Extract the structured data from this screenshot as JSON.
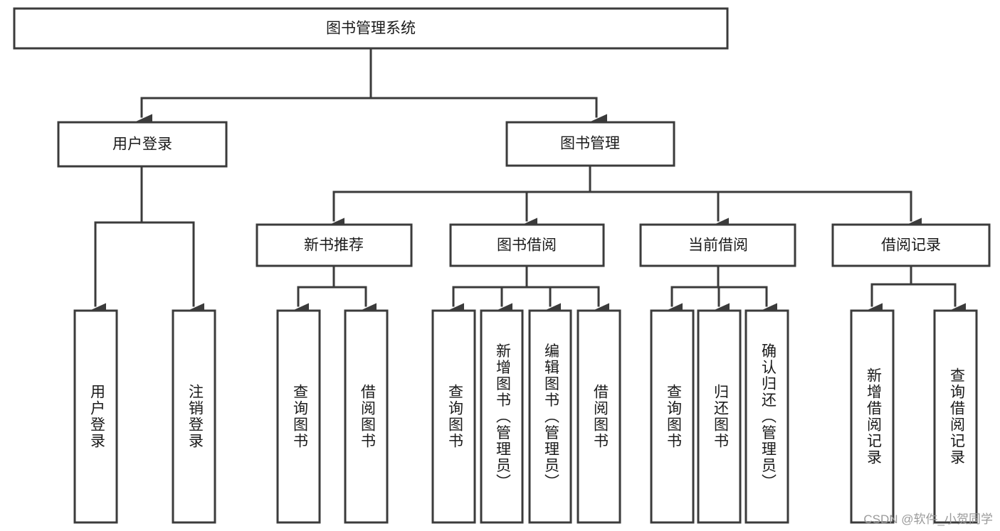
{
  "diagram": {
    "type": "tree-hierarchy",
    "title": "图书管理系统",
    "orientation": "top-down",
    "colors": {
      "stroke": "#3b3b3b",
      "fill": "#ffffff",
      "text": "#1a1a1a",
      "watermark": "#9a9a9a"
    },
    "root": {
      "label": "图书管理系统"
    },
    "level1": [
      {
        "label": "用户登录"
      },
      {
        "label": "图书管理"
      }
    ],
    "level2": [
      {
        "label": "新书推荐"
      },
      {
        "label": "图书借阅"
      },
      {
        "label": "当前借阅"
      },
      {
        "label": "借阅记录"
      }
    ],
    "leaves_user_login": [
      {
        "label": "用户登录"
      },
      {
        "label": "注销登录"
      }
    ],
    "leaves_new_books": [
      {
        "label": "查询图书"
      },
      {
        "label": "借阅图书"
      }
    ],
    "leaves_borrow": [
      {
        "label": "查询图书"
      },
      {
        "label": "新增图书（管理员）"
      },
      {
        "label": "编辑图书（管理员）"
      },
      {
        "label": "借阅图书"
      }
    ],
    "leaves_current": [
      {
        "label": "查询图书"
      },
      {
        "label": "归还图书"
      },
      {
        "label": "确认归还（管理员）"
      }
    ],
    "leaves_records": [
      {
        "label": "新增借阅记录"
      },
      {
        "label": "查询借阅记录"
      }
    ]
  },
  "watermark": {
    "text": "CSDN @软件_小贺同学"
  }
}
